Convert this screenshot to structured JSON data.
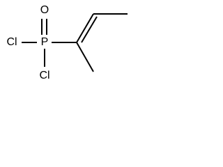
{
  "molecule": {
    "atoms": {
      "oxygen": "O",
      "phosphorus": "P",
      "chlorine_left": "Cl",
      "chlorine_bottom": "Cl"
    }
  }
}
